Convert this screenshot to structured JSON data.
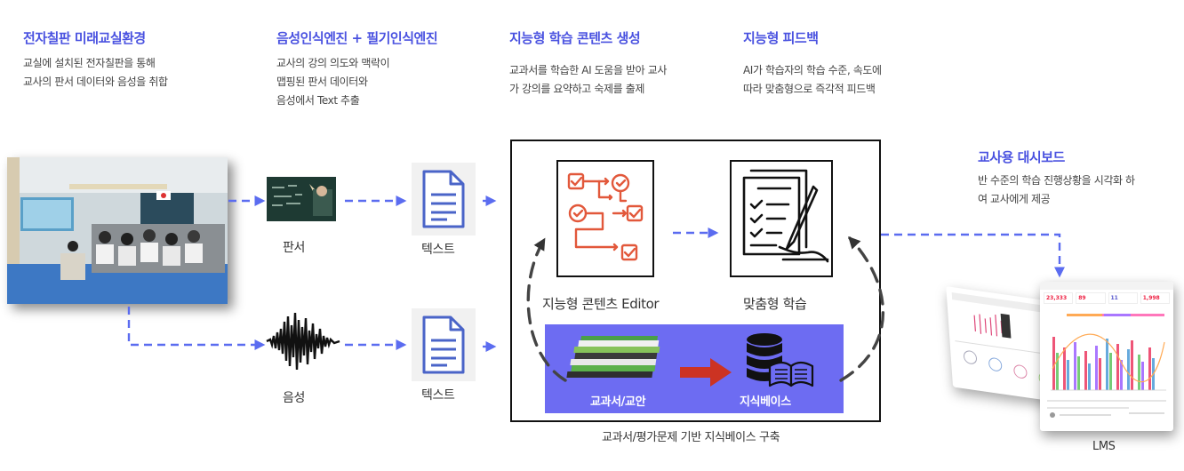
{
  "sections": [
    {
      "title": "전자칠판 미래교실환경",
      "lines": [
        "교실에 설치된 전자칠판을 통해",
        "교사의 판서 데이터와 음성을 취합"
      ]
    },
    {
      "title": "음성인식엔진 + 필기인식엔진",
      "lines": [
        "교사의 강의 의도와 맥락이",
        "맵핑된 판서 데이터와",
        "음성에서 Text 추출"
      ]
    },
    {
      "title": "지능형 학습 콘텐츠 생성",
      "lines": [
        "교과서를 학습한 AI 도움을 받아 교사",
        "가  강의를 요약하고  숙제를  출제"
      ]
    },
    {
      "title": "지능형 피드백",
      "lines": [
        "AI가 학습자의 학습 수준, 속도에",
        "따라 맞춤형으로 즉각적 피드백"
      ]
    },
    {
      "title": "교사용 대시보드",
      "lines": [
        "반 수준의 학습 진행상황을 시각화  하",
        "여 교사에게 제공"
      ]
    }
  ],
  "labels": {
    "board": "판서",
    "voice": "음성",
    "text_top": "텍스트",
    "text_bottom": "텍스트",
    "editor": "지능형 콘텐츠 Editor",
    "custom_learning": "맞춤형 학습",
    "textbook": "교과서/교안",
    "knowledge_base": "지식베이스",
    "kb_caption": "교과서/평가문제 기반 지식베이스 구축",
    "lms": "LMS"
  },
  "dashboard": {
    "stats": [
      "23,333",
      "89",
      "11",
      "1,998"
    ]
  },
  "colors": {
    "accent": "#4a52e0",
    "arrow": "#5b6cf0",
    "editor_icon": "#e2583b",
    "kb_band": "#6d6cf2",
    "red_arrow": "#cc3322"
  }
}
